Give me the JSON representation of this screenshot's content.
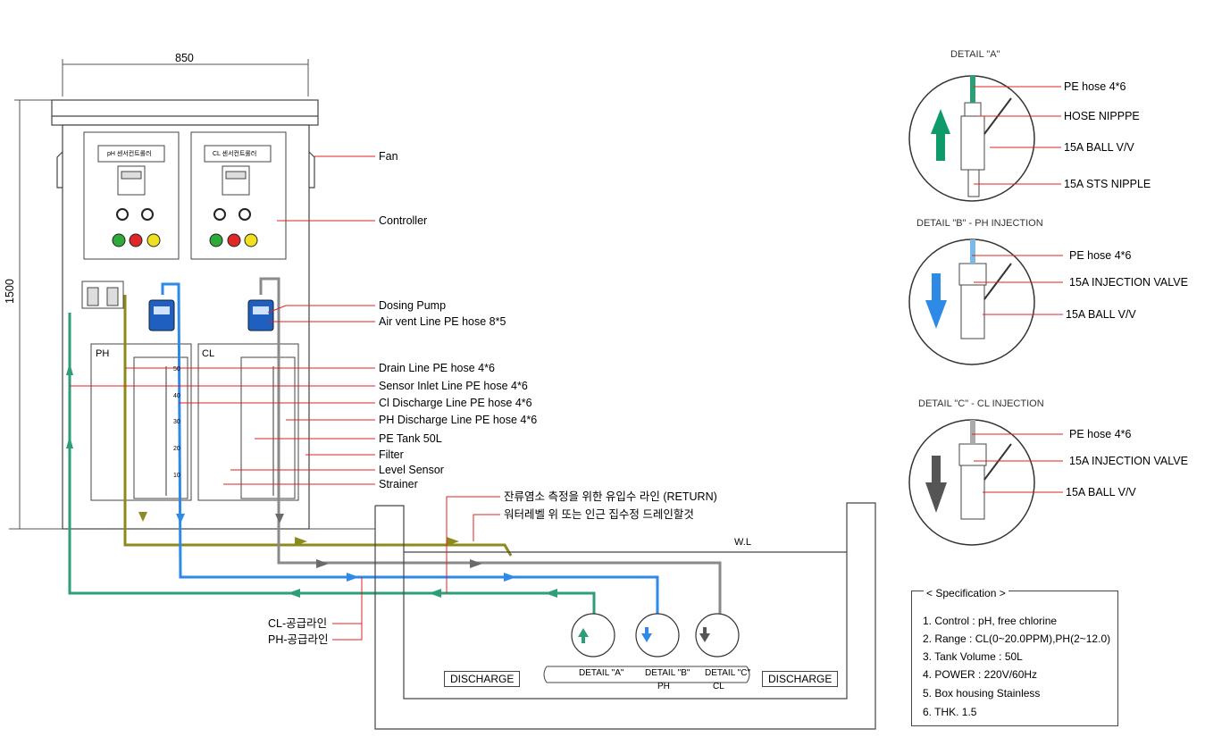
{
  "dimensions": {
    "width": "850",
    "height": "1500"
  },
  "cabinet_labels": {
    "fan": "Fan",
    "controller": "Controller",
    "dosing_pump": "Dosing Pump",
    "air_vent": "Air vent Line PE hose 8*5",
    "drain": "Drain Line PE hose 4*6",
    "sensor_inlet": "Sensor Inlet Line PE hose 4*6",
    "cl_discharge": "Cl Discharge Line PE hose 4*6",
    "ph_discharge": "PH Discharge Line PE hose 4*6",
    "pe_tank": "PE Tank 50L",
    "filter": "Filter",
    "level_sensor": "Level Sensor",
    "strainer": "Strainer"
  },
  "tanks": {
    "ph": "PH",
    "cl": "CL",
    "scale": [
      "50",
      "40",
      "30",
      "20",
      "10"
    ]
  },
  "controllers": {
    "ph_title": "pH 센서컨트롤러",
    "cl_title": "CL 센서컨트롤러"
  },
  "notes": {
    "return_line": "잔류염소 측정을 위한 유입수 라인 (RETURN)",
    "drain_note": "워터레벨 위 또는 인근 집수정 드레인할것",
    "cl_supply": "CL-공급라인",
    "ph_supply": "PH-공급라인",
    "wl": "W.L"
  },
  "pipe": {
    "discharge_left": "DISCHARGE",
    "discharge_right": "DISCHARGE",
    "detail_a": "DETAIL \"A\"",
    "detail_b": "DETAIL \"B\"",
    "detail_c": "DETAIL \"C\"",
    "ph": "PH",
    "cl": "CL"
  },
  "details": {
    "a": {
      "title": "DETAIL \"A\"",
      "labels": [
        "PE hose 4*6",
        "HOSE NIPPPE",
        "15A BALL V/V",
        "15A STS NIPPLE"
      ]
    },
    "b": {
      "title": "DETAIL \"B\" - PH INJECTION",
      "labels": [
        "PE hose 4*6",
        "15A INJECTION VALVE",
        "15A BALL V/V"
      ]
    },
    "c": {
      "title": "DETAIL \"C\" - CL INJECTION",
      "labels": [
        "PE hose 4*6",
        "15A INJECTION VALVE",
        "15A BALL V/V"
      ]
    }
  },
  "specification": {
    "title": "< Specification >",
    "items": [
      "1. Control : pH, free chlorine",
      "2. Range : CL(0~20.0PPM),PH(2~12.0)",
      "3. Tank Volume : 50L",
      "4. POWER : 220V/60Hz",
      "5. Box housing Stainless",
      "6. THK. 1.5"
    ]
  },
  "colors": {
    "green_line": "#2e9e78",
    "blue_line": "#2d8ae6",
    "olive_line": "#8c8a1e",
    "gray_line": "#8a8a8a",
    "leader": "#e02020"
  }
}
